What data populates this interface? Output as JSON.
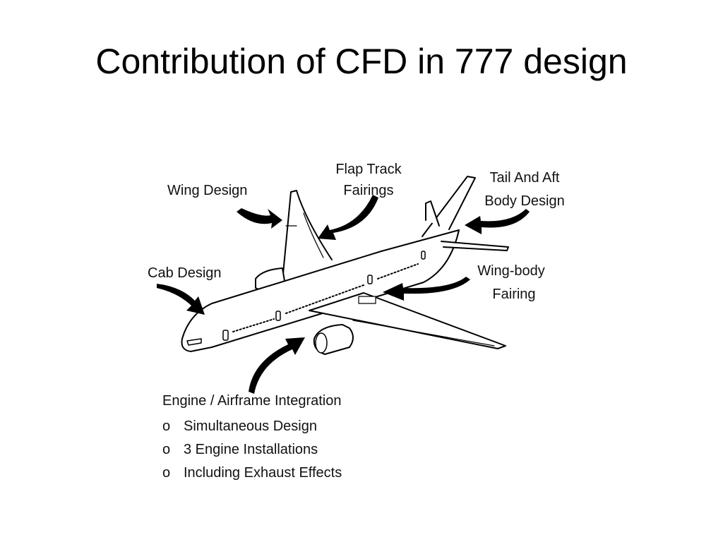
{
  "title": "Contribution of CFD in 777 design",
  "labels": {
    "wing_design": "Wing Design",
    "flap_track_1": "Flap Track",
    "flap_track_2": "Fairings",
    "tail_1": "Tail And Aft",
    "tail_2": "Body Design",
    "cab_design": "Cab Design",
    "wing_body_1": "Wing-body",
    "wing_body_2": "Fairing"
  },
  "engine_integration": {
    "heading": "Engine / Airframe Integration",
    "bullet_glyph": "o",
    "items": [
      "Simultaneous Design",
      "3 Engine Installations",
      "Including Exhaust Effects"
    ]
  }
}
